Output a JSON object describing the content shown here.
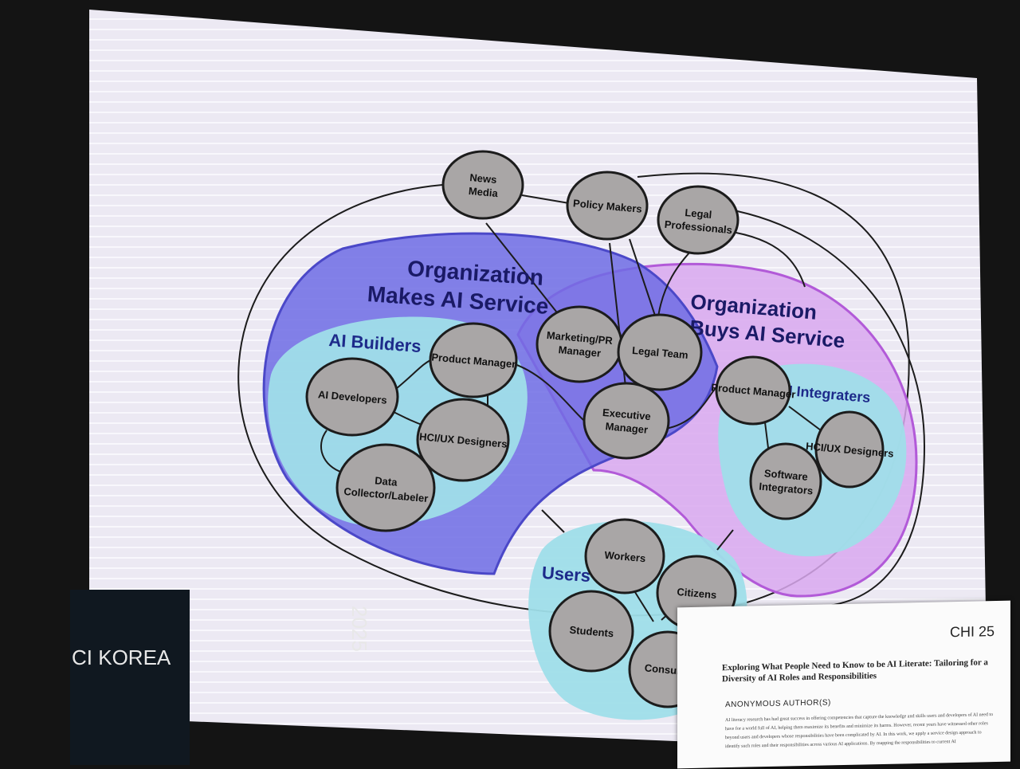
{
  "regions": {
    "makes": {
      "line1": "Organization",
      "line2": "Makes AI Service"
    },
    "buys": {
      "line1": "Organization",
      "line2": "Buys AI Service"
    }
  },
  "groups": {
    "builders": "AI Builders",
    "integraters": "AI Integraters",
    "users": "Users"
  },
  "nodes": {
    "news_media": [
      "News",
      "Media"
    ],
    "policy_makers": [
      "Policy Makers"
    ],
    "legal_professionals": [
      "Legal",
      "Professionals"
    ],
    "marketing_pr_manager": [
      "Marketing/PR",
      "Manager"
    ],
    "legal_team": [
      "Legal Team"
    ],
    "executive_manager": [
      "Executive",
      "Manager"
    ],
    "builder_product_manager": [
      "Product Manager"
    ],
    "ai_developers": [
      "AI Developers"
    ],
    "builder_hci_ux": [
      "HCI/UX Designers"
    ],
    "data_collector": [
      "Data",
      "Collector/Labeler"
    ],
    "integrater_product_manager": [
      "Product Manager"
    ],
    "integrater_hci_ux": [
      "HCI/UX Designers"
    ],
    "software_integrators": [
      "Software",
      "Integrators"
    ],
    "workers": [
      "Workers"
    ],
    "citizens": [
      "Citizens"
    ],
    "students": [
      "Students"
    ],
    "consumers": [
      "Consume"
    ]
  },
  "paper": {
    "venue": "CHI 25",
    "title": "Exploring What People Need to Know to be AI Literate: Tailoring for a Diversity of AI Roles and Responsibilities",
    "authors": "ANONYMOUS AUTHOR(S)",
    "abstract": "AI literacy research has had great success in offering competencies that capture the knowledge and skills users and developers of AI need to have for a world full of AI, helping them maximize its benefits and minimize its harms. However, recent years have witnessed other roles beyond users and developers whose responsibilities have been complicated by AI. In this work, we apply a service design approach to identify such roles and their responsibilities across various AI applications. By mapping the responsibilities to current AI"
  },
  "banner": {
    "name": "CI KOREA",
    "year": "2025"
  },
  "colors": {
    "screen": "#eceaf2",
    "makes_fill": "#6e6ce4",
    "buys_fill": "#d9a8ef",
    "buys_stroke": "#b25ad8",
    "group_fill": "#9fdee9",
    "node_fill": "#a9a6a6",
    "line": "#1c1c1c"
  }
}
